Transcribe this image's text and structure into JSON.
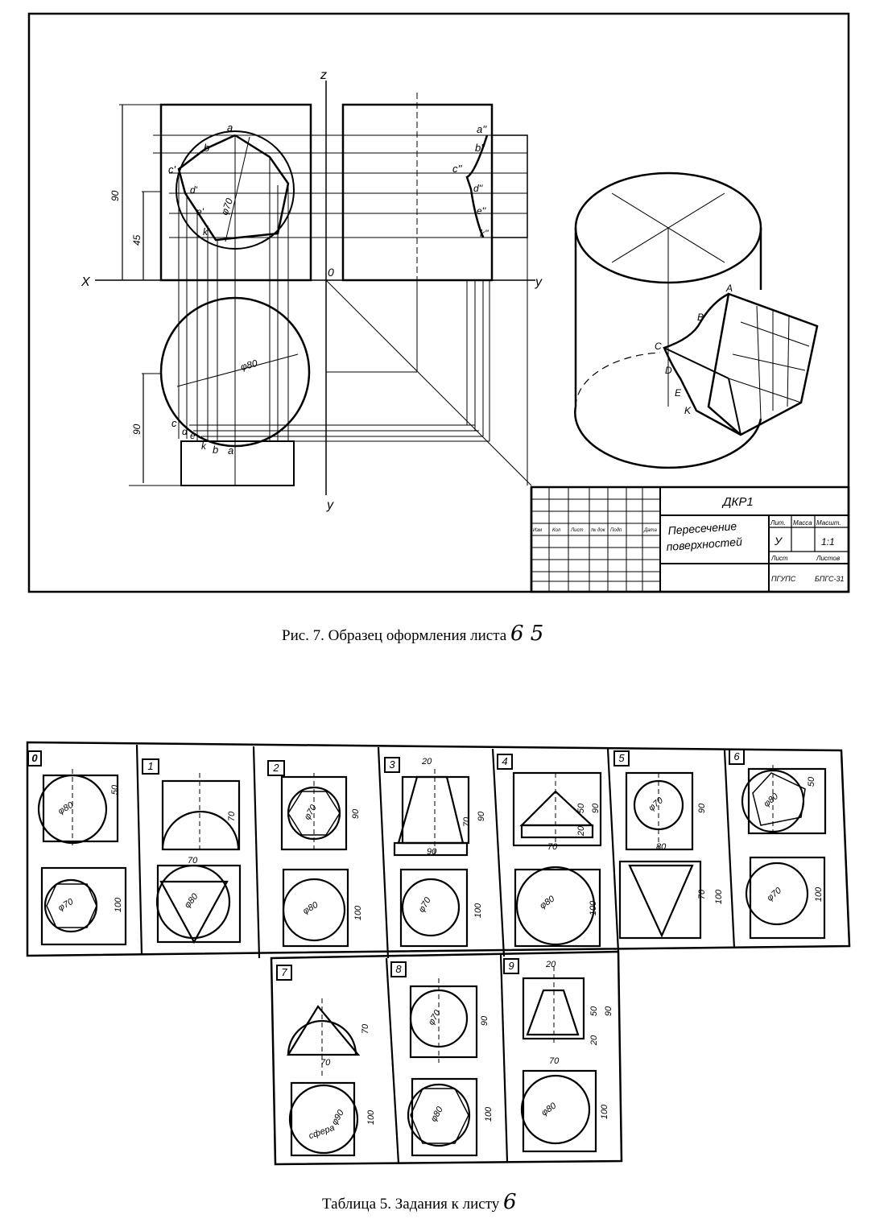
{
  "figure7": {
    "axes": {
      "z": "z",
      "x": "X",
      "origin": "0",
      "y_right": "y",
      "y_bottom": "y"
    },
    "dimensions": {
      "d70": "φ70",
      "d80": "φ80",
      "h90_top": "90",
      "h45": "45",
      "h90_bottom": "90"
    },
    "front_points": [
      "a",
      "b",
      "c'",
      "d'",
      "e'",
      "k'"
    ],
    "side_points": [
      "a''",
      "b''",
      "c''",
      "d''",
      "e''",
      "k''"
    ],
    "plan_points": [
      "c",
      "d",
      "e",
      "k",
      "b",
      "a"
    ],
    "iso_points": [
      "A",
      "B",
      "C",
      "D",
      "E",
      "K"
    ],
    "title_block": {
      "code": "ДКР1",
      "title_line1": "Пересечение",
      "title_line2": "поверхностей",
      "col_headers": [
        "Лит.",
        "Масса",
        "Масшт."
      ],
      "lit": "У",
      "scale": "1:1",
      "sheet": "Лист",
      "sheets": "Листов",
      "org": "ПГУПС",
      "group": "БПГС-31",
      "row_labels": [
        "Изм",
        "Кол",
        "Лист",
        "№ док",
        "Подп",
        "Дата"
      ]
    },
    "caption": "Рис. 7.   Образец оформления листа",
    "caption_hand": "6 5"
  },
  "table5": {
    "variants": [
      {
        "num": "0",
        "dims": [
          "φ80",
          "50",
          "φ70",
          "100"
        ]
      },
      {
        "num": "1",
        "dims": [
          "70",
          "70",
          "φ80"
        ]
      },
      {
        "num": "2",
        "dims": [
          "φ70",
          "90",
          "φ80",
          "100"
        ]
      },
      {
        "num": "3",
        "dims": [
          "20",
          "70",
          "90",
          "90",
          "φ70",
          "100"
        ]
      },
      {
        "num": "4",
        "dims": [
          "50",
          "90",
          "20",
          "70",
          "φ80",
          "100"
        ]
      },
      {
        "num": "5",
        "dims": [
          "φ70",
          "90",
          "80",
          "70",
          "100"
        ]
      },
      {
        "num": "6",
        "dims": [
          "φ80",
          "50",
          "φ70",
          "100"
        ]
      },
      {
        "num": "7",
        "dims": [
          "70",
          "70",
          "φ90",
          "сфера",
          "100"
        ]
      },
      {
        "num": "8",
        "dims": [
          "φ70",
          "90",
          "φ80",
          "100"
        ]
      },
      {
        "num": "9",
        "dims": [
          "20",
          "50",
          "90",
          "20",
          "70",
          "φ80",
          "100"
        ]
      }
    ],
    "caption": "Таблица 5. Задания к листу",
    "caption_hand": "6"
  }
}
